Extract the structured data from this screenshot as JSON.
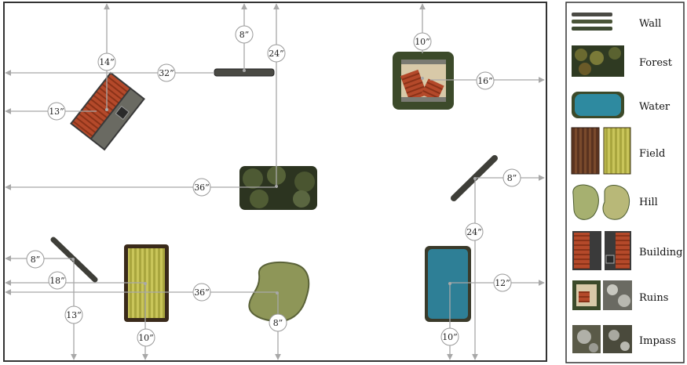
{
  "colors": {
    "frame": "#333333",
    "arrow": "#a8a8a8",
    "building_roof": "#b44a2a",
    "forest": "#3f4a2a",
    "water": "#2f7f96",
    "field": "#b7b64a",
    "hill": "#8f9a5a",
    "wall": "#4a4a44"
  },
  "measurements": [
    "14”",
    "8”",
    "24”",
    "32”",
    "13”",
    "10”",
    "16”",
    "36”",
    "8”",
    "24”",
    "8”",
    "18”",
    "36”",
    "12”",
    "13”",
    "10”",
    "8”",
    "10”"
  ],
  "legend": [
    {
      "label": "Wall",
      "icon": "wall-icon"
    },
    {
      "label": "Forest",
      "icon": "forest-icon"
    },
    {
      "label": "Water",
      "icon": "water-icon"
    },
    {
      "label": "Field",
      "icon": "field-icon"
    },
    {
      "label": "Hill",
      "icon": "hill-icon"
    },
    {
      "label": "Building",
      "icon": "building-icon"
    },
    {
      "label": "Ruins",
      "icon": "ruins-icon"
    },
    {
      "label": "Impass",
      "icon": "impass-icon"
    }
  ]
}
